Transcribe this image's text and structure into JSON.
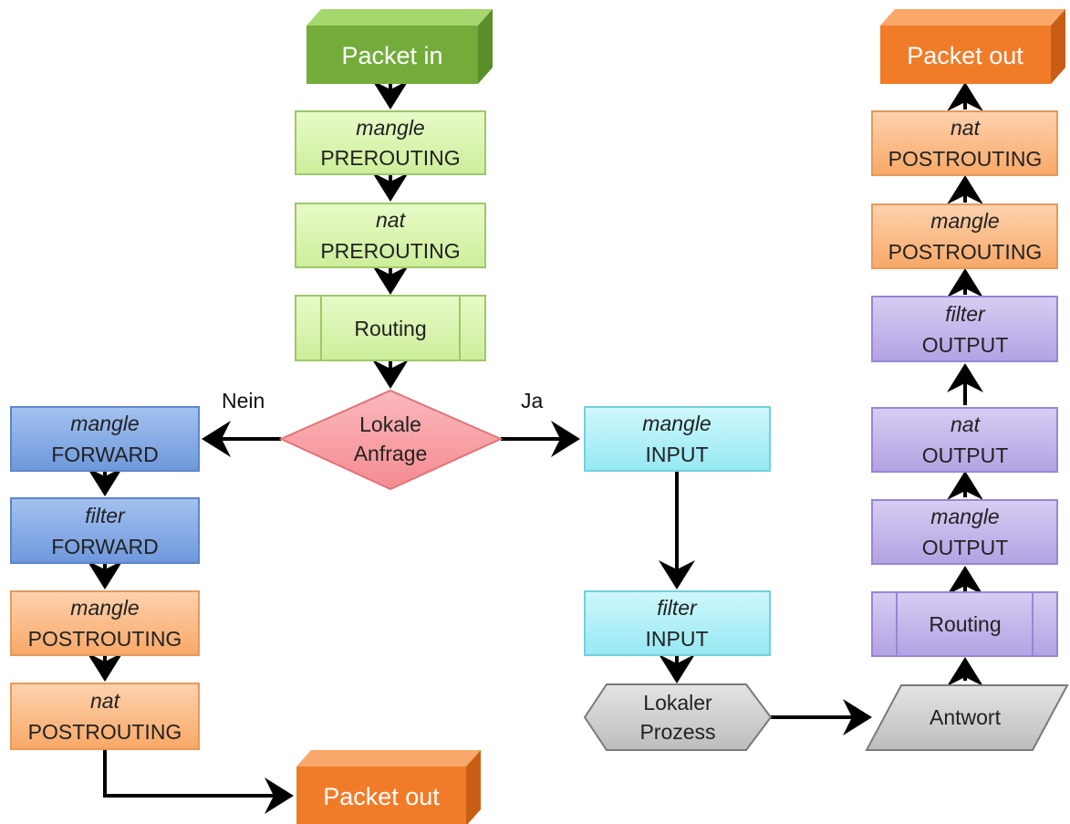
{
  "colors": {
    "green_dark": "#74ac3c",
    "green_light": "#ddf7b4",
    "blue": "#7fa7e4",
    "orange_light": "#fbbd8a",
    "orange_dark": "#f07c2a",
    "cyan": "#b2f1f8",
    "purple": "#c4b6ea",
    "red": "#f9a3a7",
    "gray": "#d0d0d0"
  },
  "nodes": {
    "packet_in": "Packet in",
    "packet_out_top": "Packet out",
    "packet_out_bottom": "Packet out",
    "mangle_prerouting": {
      "table": "mangle",
      "chain": "PREROUTING"
    },
    "nat_prerouting": {
      "table": "nat",
      "chain": "PREROUTING"
    },
    "routing_1": "Routing",
    "decision": {
      "line1": "Lokale",
      "line2": "Anfrage"
    },
    "mangle_forward": {
      "table": "mangle",
      "chain": "FORWARD"
    },
    "filter_forward": {
      "table": "filter",
      "chain": "FORWARD"
    },
    "mangle_postrouting_left": {
      "table": "mangle",
      "chain": "POSTROUTING"
    },
    "nat_postrouting_left": {
      "table": "nat",
      "chain": "POSTROUTING"
    },
    "mangle_input": {
      "table": "mangle",
      "chain": "INPUT"
    },
    "filter_input": {
      "table": "filter",
      "chain": "INPUT"
    },
    "lokaler_prozess": {
      "line1": "Lokaler",
      "line2": "Prozess"
    },
    "antwort": "Antwort",
    "routing_2": "Routing",
    "mangle_output": {
      "table": "mangle",
      "chain": "OUTPUT"
    },
    "nat_output": {
      "table": "nat",
      "chain": "OUTPUT"
    },
    "filter_output": {
      "table": "filter",
      "chain": "OUTPUT"
    },
    "mangle_postrouting_right": {
      "table": "mangle",
      "chain": "POSTROUTING"
    },
    "nat_postrouting_right": {
      "table": "nat",
      "chain": "POSTROUTING"
    }
  },
  "edges": {
    "no_label": "Nein",
    "yes_label": "Ja"
  }
}
